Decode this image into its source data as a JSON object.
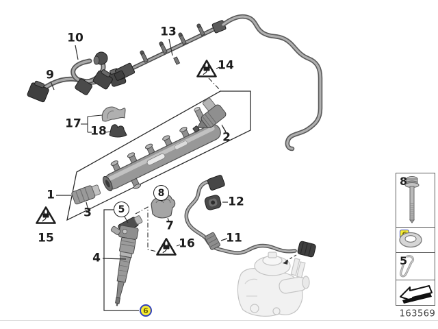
{
  "parts": {
    "p1": "1",
    "p2": "2",
    "p3": "3",
    "p4": "4",
    "p7": "7",
    "p9": "9",
    "p10": "10",
    "p11": "11",
    "p12": "12",
    "p13": "13",
    "p14": "14",
    "p15": "15",
    "p16": "16",
    "p17": "17",
    "p18": "18"
  },
  "circled": {
    "c5": "5",
    "c8": "8"
  },
  "highlighted": {
    "main": "6"
  },
  "legend": {
    "items": [
      {
        "label": "8",
        "icon": "bolt-icon"
      },
      {
        "label": "6",
        "icon": "seal-ring-icon",
        "highlighted": true
      },
      {
        "label": "5",
        "icon": "retaining-clip-icon"
      },
      {
        "label": "",
        "icon": "direction-arrow-icon"
      }
    ],
    "catalog_number": "163569"
  },
  "icons": {
    "warning_triangle": "electrical-plug-warning-triangle"
  },
  "colors": {
    "highlight_bg": "#F6EC35",
    "highlight_border": "#2F3FBE",
    "highlight_text": "#6F6400",
    "line_color": "#1C1C1C"
  }
}
